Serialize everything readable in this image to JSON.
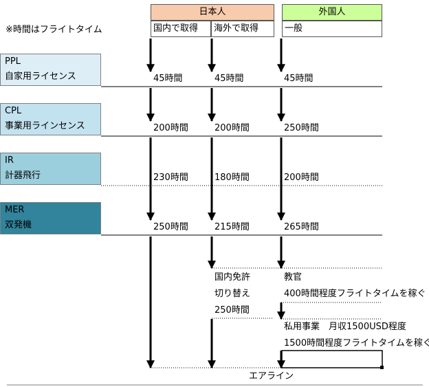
{
  "note": "※時間はフライトタイム",
  "headers": {
    "japanese": {
      "label": "日本人",
      "color": "#f8cbad"
    },
    "foreign": {
      "label": "外国人",
      "color": "#ccff99"
    },
    "sub": [
      "国内で取得",
      "海外で取得",
      "一般"
    ]
  },
  "licenses": [
    {
      "code": "PPL",
      "name": "自家用ライセンス",
      "color": "#ddeef6"
    },
    {
      "code": "CPL",
      "name": "事業用ラインセンス",
      "color": "#c3e2ef"
    },
    {
      "code": "IR",
      "name": "計器飛行",
      "color": "#9ccfdd"
    },
    {
      "code": "MER",
      "name": "双発機",
      "color": "#31849b"
    }
  ],
  "hours": [
    [
      "45時間",
      "45時間",
      "45時間"
    ],
    [
      "200時間",
      "200時間",
      "250時間"
    ],
    [
      "230時間",
      "180時間",
      "200時間"
    ],
    [
      "250時間",
      "215時間",
      "265時間"
    ]
  ],
  "lower": {
    "domestic_conversion": [
      "国内免許",
      "切り替え",
      "250時間"
    ],
    "instructor": [
      "教官",
      "400時間程度フライトタイムを稼ぐ"
    ],
    "private_business": [
      "私用事業　月収1500USD程度",
      "1500時間程度フライトタイムを稼ぐ"
    ],
    "airline": "エアライン"
  }
}
